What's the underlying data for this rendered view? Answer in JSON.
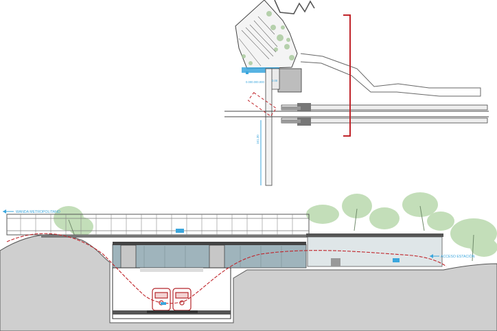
{
  "section": {
    "label_left": "WANDA METROPOLITANO",
    "label_right": "ACCESO ESTACIÓN"
  },
  "plan": {
    "elevation_label": "0.000.000.000",
    "dimension_label": "161.30",
    "small_label": "0.00"
  },
  "colors": {
    "section_line": "#c0242a",
    "annotation_blue": "#3aa6dd",
    "ground": "#cfcfcf",
    "glass": "#9fb4bc",
    "trees": "#b9d9ad",
    "linework": "#333333"
  }
}
